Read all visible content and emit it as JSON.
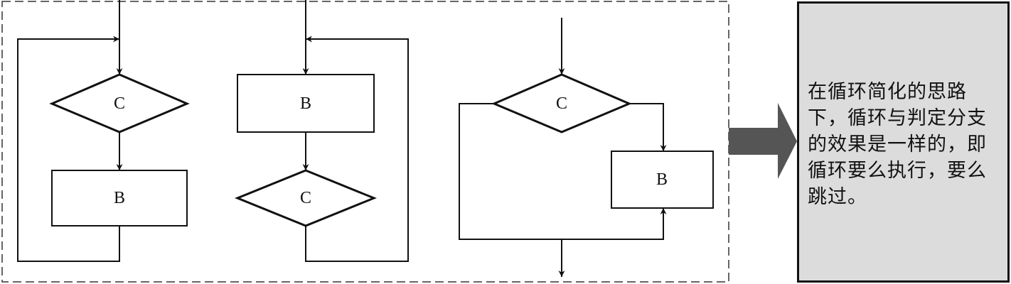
{
  "diagrams": {
    "while_loop": {
      "condition": "C",
      "body": "B"
    },
    "do_while_loop": {
      "body": "B",
      "condition": "C"
    },
    "branch": {
      "condition": "C",
      "body": "B"
    }
  },
  "arrow_color": "#555555",
  "note": {
    "lines": [
      "在循环简化的思路",
      "下，循环与判定分支",
      "的效果是一样的，即",
      "循环要么执行，要么",
      "跳过。"
    ]
  }
}
